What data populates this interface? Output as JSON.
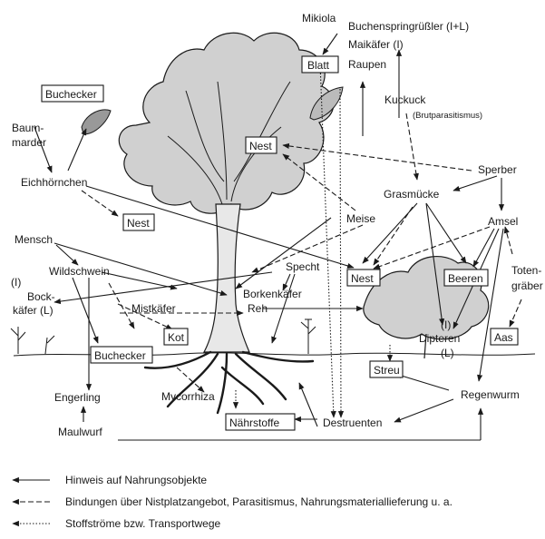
{
  "nodes": {
    "mikiola": "Mikiola",
    "blatt": "Blatt",
    "buchenspring": "Buchenspringrüßler (I+L)",
    "maikaefer": "Maikäfer (I)",
    "raupen": "Raupen",
    "kuckuck": "Kuckuck",
    "brutparasitismus": "(Brutparasitismus)",
    "buchecker_top": "Buchecker",
    "baummarder_1": "Baum-",
    "baummarder_2": "marder",
    "nest_tree": "Nest",
    "sperber": "Sperber",
    "eichhoernchen": "Eichhörnchen",
    "grasmuecke": "Grasmücke",
    "nest_left": "Nest",
    "meise": "Meise",
    "amsel": "Amsel",
    "mensch": "Mensch",
    "wildschwein": "Wildschwein",
    "specht": "Specht",
    "nest_mid": "Nest",
    "beeren": "Beeren",
    "totengraeber_1": "Toten-",
    "totengraeber_2": "gräber",
    "i_left": "(I)",
    "bockkaefer_1": "Bock-",
    "bockkaefer_2": "käfer (L)",
    "borkenkaefer": "Borkenkäfer",
    "mistkaefer": "Mistkäfer",
    "reh": "Reh",
    "kot": "Kot",
    "i_dipteren": "(I)",
    "dipteren": "Dipteren",
    "l_dipteren": "(L)",
    "aas": "Aas",
    "buchecker_bottom": "Buchecker",
    "streu": "Streu",
    "engerling": "Engerling",
    "mycorrhiza": "Mycorrhiza",
    "regenwurm": "Regenwurm",
    "naehrstoffe": "Nährstoffe",
    "destruenten": "Destruenten",
    "maulwurf": "Maulwurf"
  },
  "legend": [
    {
      "style": "solid",
      "label": "Hinweis auf Nahrungsobjekte"
    },
    {
      "style": "dashed",
      "label": "Bindungen über Nistplatzangebot, Parasitismus, Nahrungsmateriallieferung u. a."
    },
    {
      "style": "dotted",
      "label": "Stoffströme bzw. Transportwege"
    }
  ],
  "colors": {
    "ink": "#1a1a1a",
    "foliage": "#d0d0d0",
    "background": "#ffffff"
  }
}
